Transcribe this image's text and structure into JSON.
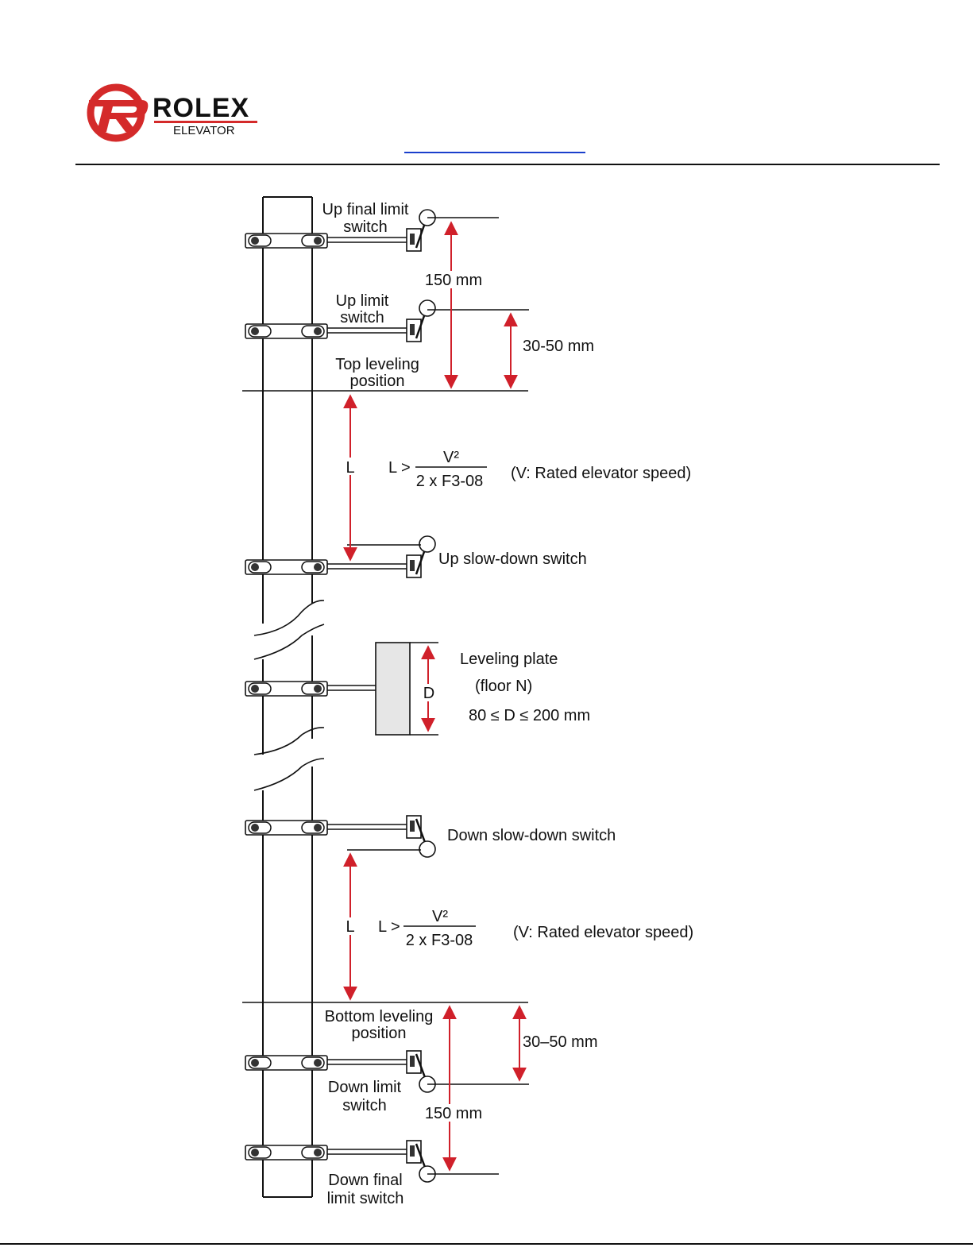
{
  "header": {
    "brand_name": "ROLEX",
    "brand_sub": "ELEVATOR"
  },
  "diagram": {
    "labels": {
      "up_final_limit_l1": "Up final limit",
      "up_final_limit_l2": "switch",
      "dim_150_top": "150 mm",
      "up_limit_l1": "Up limit",
      "up_limit_l2": "switch",
      "dim_30_50_top": "30-50 mm",
      "top_leveling_l1": "Top leveling",
      "top_leveling_l2": "position",
      "l_top": "L",
      "formula_top_lhs": "L >",
      "formula_top_num": "V²",
      "formula_top_den": "2 x F3-08",
      "formula_top_note": "(V: Rated elevator speed)",
      "up_slowdown": "Up slow-down switch",
      "leveling_plate": "Leveling plate",
      "floor_n": "(floor N)",
      "d_label": "D",
      "d_range": "80 ≤ D ≤ 200 mm",
      "down_slowdown": "Down slow-down switch",
      "l_bottom": "L",
      "formula_bot_lhs": "L >",
      "formula_bot_num": "V²",
      "formula_bot_den": "2 x F3-08",
      "formula_bot_note": "(V: Rated elevator speed)",
      "bottom_leveling_l1": "Bottom leveling",
      "bottom_leveling_l2": "position",
      "dim_30_50_bottom": "30–50 mm",
      "down_limit_l1": "Down limit",
      "down_limit_l2": "switch",
      "dim_150_bottom": "150 mm",
      "down_final_l1": "Down final",
      "down_final_l2": "limit switch"
    },
    "colors": {
      "arrow": "#d0202a",
      "line": "#111111",
      "plate_fill": "#e6e6e6",
      "logo_red": "#d42a2a"
    }
  }
}
